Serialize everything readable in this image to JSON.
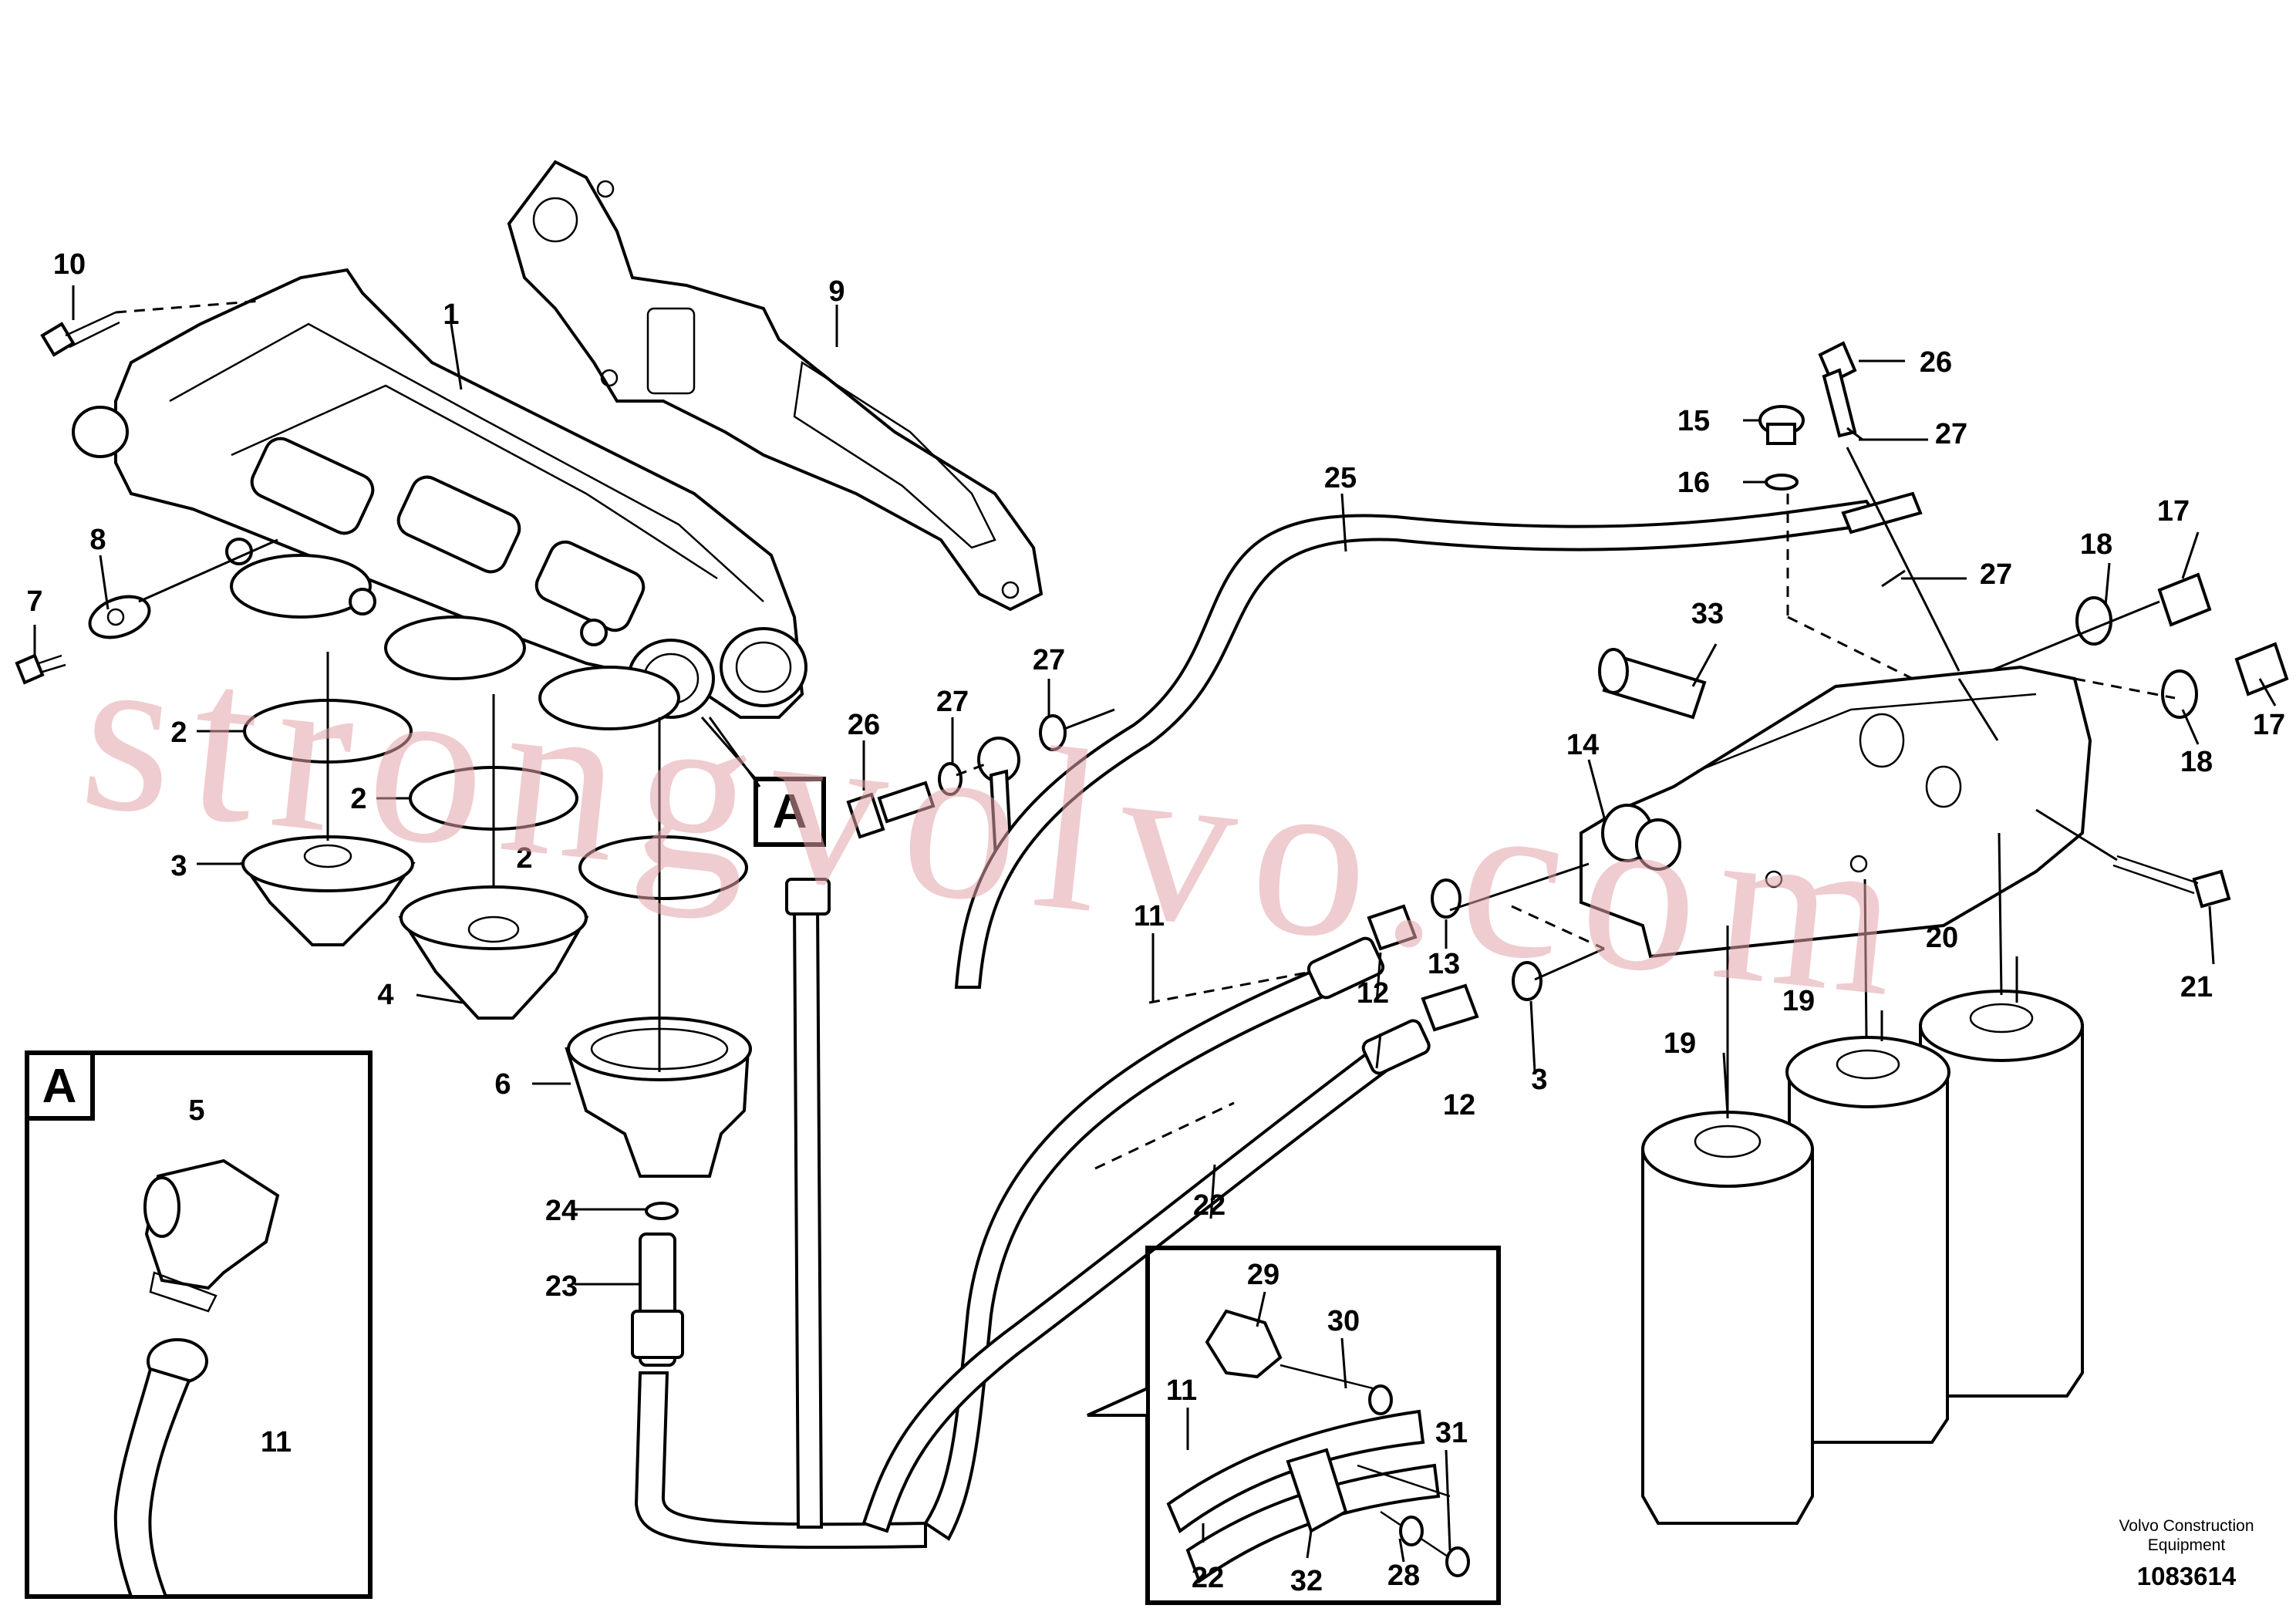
{
  "watermark": "strongvolvo.com",
  "detail_label": "A",
  "footer": {
    "company_line1": "Volvo Construction",
    "company_line2": "Equipment",
    "drawing_number": "1083614"
  },
  "callouts": {
    "c1": "1",
    "c2a": "2",
    "c2b": "2",
    "c2c": "2",
    "c3a": "3",
    "c3b": "3",
    "c4": "4",
    "c5": "5",
    "c6": "6",
    "c7": "7",
    "c8": "8",
    "c9": "9",
    "c10": "10",
    "c11a": "11",
    "c11b": "11",
    "c11c": "11",
    "c12a": "12",
    "c12b": "12",
    "c13": "13",
    "c14": "14",
    "c15": "15",
    "c16": "16",
    "c17a": "17",
    "c17b": "17",
    "c18a": "18",
    "c18b": "18",
    "c19a": "19",
    "c19b": "19",
    "c20": "20",
    "c21": "21",
    "c22a": "22",
    "c22b": "22",
    "c23": "23",
    "c24": "24",
    "c25": "25",
    "c26a": "26",
    "c26b": "26",
    "c27a": "27",
    "c27b": "27",
    "c27c": "27",
    "c27d": "27",
    "c28": "28",
    "c29": "29",
    "c30": "30",
    "c31": "31",
    "c32": "32",
    "c33": "33"
  }
}
